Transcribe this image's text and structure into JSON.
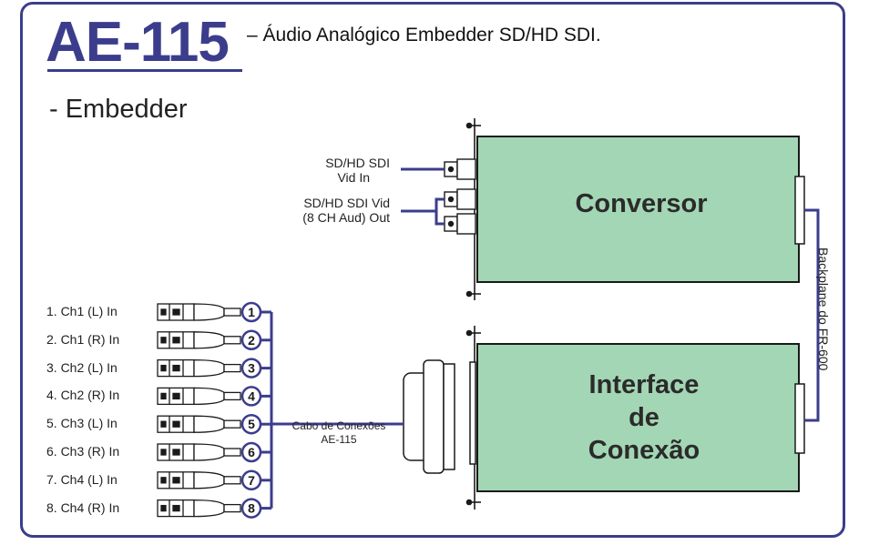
{
  "header": {
    "model": "AE-115",
    "subtitle": "– Áudio Analógico Embedder SD/HD SDI.",
    "section": "- Embedder"
  },
  "modules": {
    "converter": "Conversor",
    "interface_lines": [
      "Interface",
      "de",
      "Conexão"
    ]
  },
  "video": {
    "input_label": [
      "SD/HD SDI",
      "Vid In"
    ],
    "output_label": [
      "SD/HD SDI Vid",
      "(8 CH Aud) Out"
    ]
  },
  "audio_inputs": [
    {
      "num": "1",
      "label": "1.  Ch1 (L) In"
    },
    {
      "num": "2",
      "label": "2.  Ch1 (R) In"
    },
    {
      "num": "3",
      "label": "3.  Ch2 (L) In"
    },
    {
      "num": "4",
      "label": "4.  Ch2 (R) In"
    },
    {
      "num": "5",
      "label": "5.  Ch3 (L) In"
    },
    {
      "num": "6",
      "label": "6.  Ch3 (R) In"
    },
    {
      "num": "7",
      "label": "7.  Ch4 (L) In"
    },
    {
      "num": "8",
      "label": "8.  Ch4 (R) In"
    }
  ],
  "cable_label": [
    "Cabo de Conexões",
    "AE-115"
  ],
  "backplane_label": "Backplane do FR-600",
  "colors": {
    "accent": "#3b3d8c",
    "module_fill": "#a3d6b4",
    "outline": "#1a1a1a"
  }
}
